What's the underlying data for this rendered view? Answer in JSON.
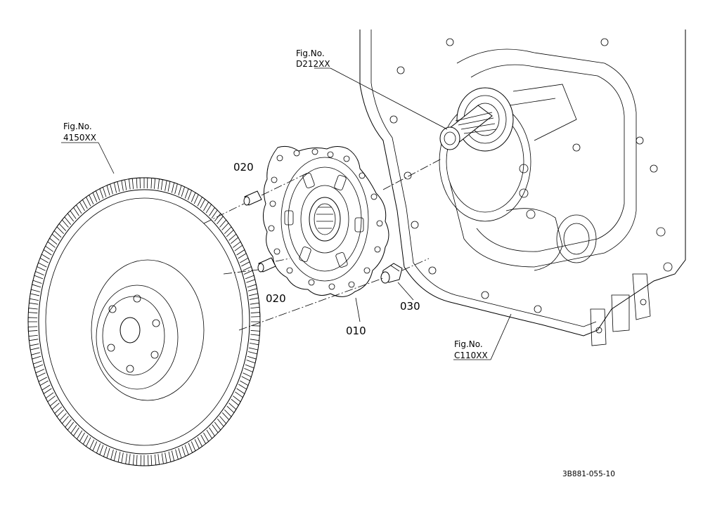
{
  "labels": {
    "fig_d212": {
      "line1": "Fig.No.",
      "line2": "D212XX"
    },
    "fig_4150": {
      "line1": "Fig.No.",
      "line2": "4150XX"
    },
    "fig_c110": {
      "line1": "Fig.No.",
      "line2": "C110XX"
    },
    "part_020_top": "020",
    "part_020_bottom": "020",
    "part_010": "010",
    "part_030": "030"
  },
  "drawing_code": "3B881-055-10"
}
